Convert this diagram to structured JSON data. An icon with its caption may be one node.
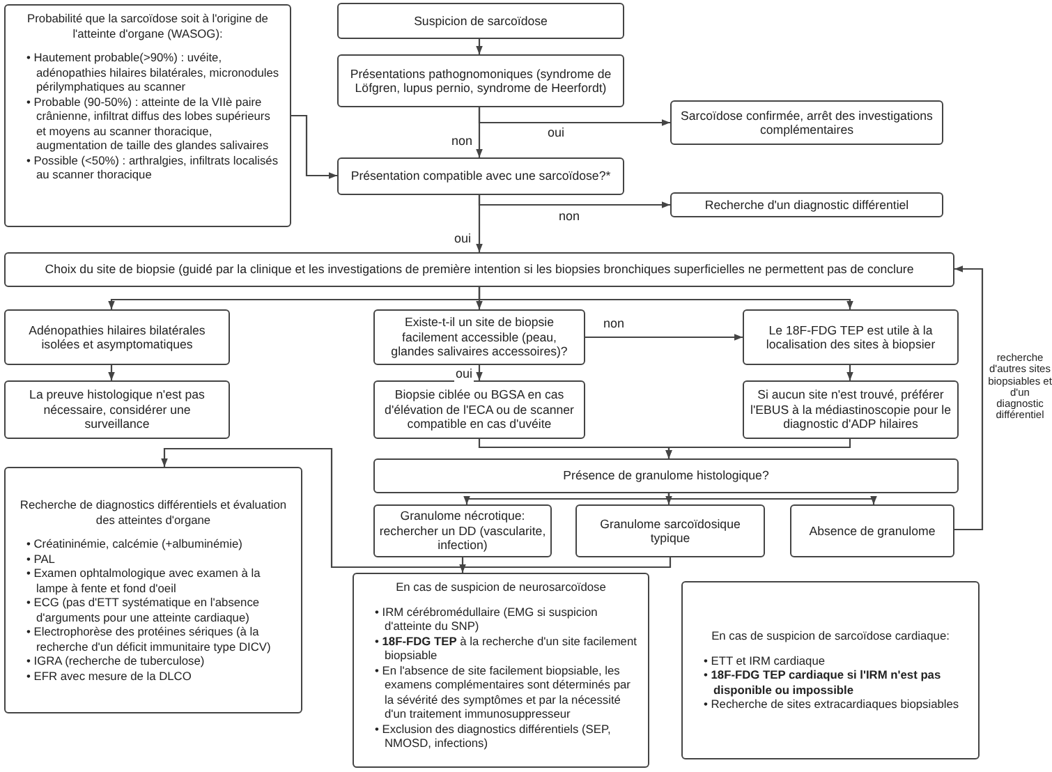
{
  "diagram": {
    "nodes": [
      {
        "text": [
          "Probabilité que la sarcoïdose soit à l'origine de l'atteinte d'organe (WASOG):",
          "• Hautement probable(>90%) : uvéite, adénopathies hilaires bilatérales, micronodules périlymphatiques au scanner",
          "• Probable (90-50%) : atteinte de la VIIè paire crânienne, infiltrat diffus des lobes supérieurs et moyens au scanner thoracique, augmentation de taille des glandes salivaires",
          "• Possible (<50%) : arthralgies, infiltrats localisés au scanner thoracique"
        ]
      },
      {
        "text": [
          "Suspicion de sarcoïdose"
        ]
      },
      {
        "text": [
          "Présentations pathognomoniques (syndrome de Löfgren, lupus pernio, syndrome de Heerfordt)"
        ]
      },
      {
        "text": [
          "Sarcoïdose confirmée, arrêt des investigations complémentaires"
        ]
      },
      {
        "text": [
          "Présentation compatible avec une sarcoïdose?*"
        ]
      },
      {
        "text": [
          "Recherche d'un diagnostic différentiel"
        ]
      },
      {
        "text": [
          "Choix du site de biopsie (guidé par la clinique et les investigations de première intention si les biopsies bronchiques superficielles ne permettent pas de conclure"
        ]
      },
      {
        "text": [
          "Adénopathies hilaires bilatérales isolées et asymptomatiques"
        ]
      },
      {
        "text": [
          "La preuve histologique n'est pas nécessaire, considérer une surveillance"
        ]
      },
      {
        "text": [
          "Existe-t-il un site de biopsie facilement accessible (peau, glandes salivaires accessoires)?"
        ]
      },
      {
        "text": [
          "Le 18F-FDG TEP est utile à la localisation des sites à biopsier"
        ]
      },
      {
        "text": [
          "Biopsie ciblée ou BGSA en cas d'élévation de l'ECA ou de scanner compatible en cas d'uvéite"
        ]
      },
      {
        "text": [
          "Si aucun site n'est trouvé, préférer l'EBUS à la médiastinoscopie pour le diagnostic d'ADP hilaires"
        ]
      },
      {
        "text": [
          "Présence de granulome histologique?"
        ]
      },
      {
        "text": [
          "Granulome nécrotique: rechercher un DD (vascularite, infection)"
        ]
      },
      {
        "text": [
          "Granulome sarcoïdosique typique"
        ]
      },
      {
        "text": [
          "Absence de granulome"
        ]
      },
      {
        "text": [
          "Recherche de diagnostics différentiels et évaluation des atteintes d'organe",
          "• Créatininémie, calcémie (+albuminémie)",
          "• PAL",
          "• Examen ophtalmologique avec examen à la lampe à fente et fond d'oeil",
          "• ECG (pas d'ETT systématique en l'absence d'arguments pour une atteinte cardiaque)",
          "• Electrophorèse des protéines sériques (à la recherche d'un déficit immunitaire type DICV)",
          "• IGRA (recherche de tuberculose)",
          "• EFR avec mesure de la DLCO"
        ]
      },
      {
        "text": [
          "En cas de suspicion de neurosarcoïdose",
          "• IRM cérébromédullaire (EMG si suspicion d'atteinte du SNP)",
          "• **18F-FDG TEP** à la recherche d'un site facilement biopsiable",
          "• En l'absence de site facilement biopsiable, les examens complémentaires sont déterminés par la sévérité des symptômes et par la nécessité d'un traitement immunosuppresseur",
          "• Exclusion des diagnostics différentiels (SEP, NMOSD, infections)"
        ]
      },
      {
        "text": [
          "En cas de suspicion de sarcoïdose cardiaque:",
          "• ETT et IRM cardiaque",
          "• **18F-FDG TEP cardiaque si l'IRM n'est pas disponible ou impossible**",
          "• Recherche de sites extracardiaques biopsiables"
        ]
      }
    ],
    "edges": [
      {
        "from": 0,
        "to": 4,
        "arrow": "to"
      },
      {
        "from": 1,
        "to": 2,
        "arrow": "to"
      },
      {
        "from": 2,
        "to": 3,
        "arrow": "to",
        "label": "oui"
      },
      {
        "from": 2,
        "to": 4,
        "arrow": "to",
        "label": "non"
      },
      {
        "from": 4,
        "to": 5,
        "arrow": "to",
        "label": "non"
      },
      {
        "from": 4,
        "to": 6,
        "arrow": "to",
        "label": "oui"
      },
      {
        "from": 6,
        "to": 7,
        "arrow": "to"
      },
      {
        "from": 6,
        "to": 9,
        "arrow": "to"
      },
      {
        "from": 6,
        "to": 10,
        "arrow": "to"
      },
      {
        "from": 7,
        "to": 8,
        "arrow": "to"
      },
      {
        "from": 9,
        "to": 10,
        "arrow": "to",
        "label": "non"
      },
      {
        "from": 9,
        "to": 11,
        "arrow": "to",
        "label": "oui"
      },
      {
        "from": 10,
        "to": 12,
        "arrow": "to"
      },
      {
        "from": 11,
        "to": 13,
        "arrow": "to"
      },
      {
        "from": 12,
        "to": 13,
        "arrow": "to"
      },
      {
        "from": 13,
        "to": 14,
        "arrow": "to"
      },
      {
        "from": 13,
        "to": 15,
        "arrow": "to"
      },
      {
        "from": 13,
        "to": 16,
        "arrow": "to"
      },
      {
        "from": 14,
        "to": 18,
        "arrow": "to"
      },
      {
        "from": 15,
        "to": 17,
        "arrow": "to"
      },
      {
        "from": 16,
        "to": 6,
        "arrow": "to",
        "label": "recherche d'autres sites biopsiables et d'un diagnostic différentiel"
      }
    ]
  }
}
